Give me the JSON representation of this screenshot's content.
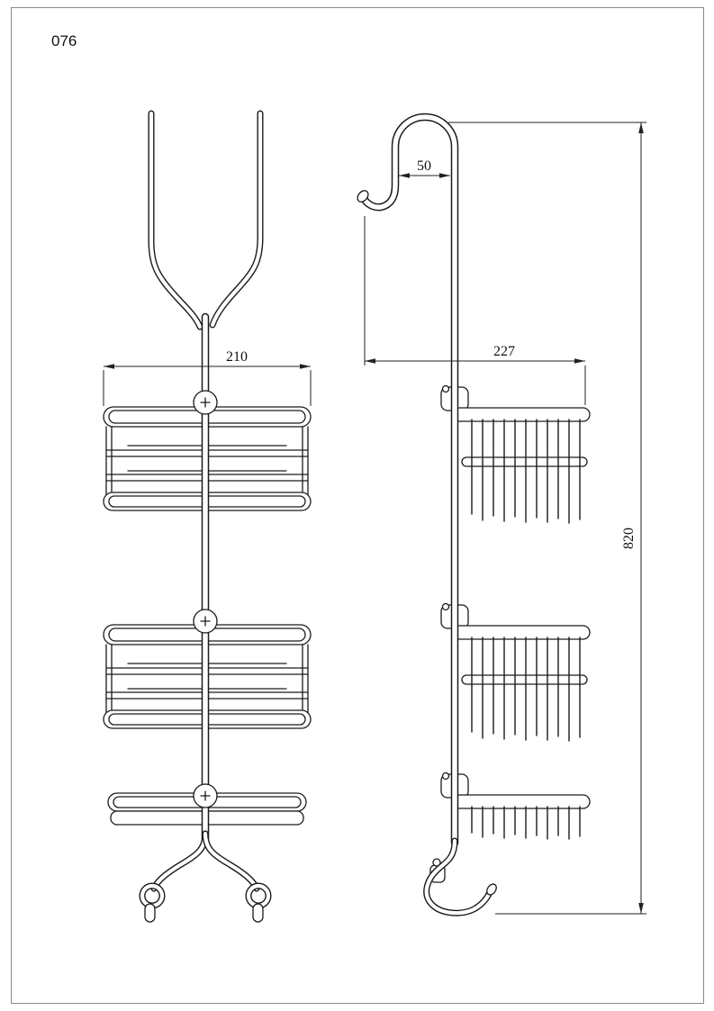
{
  "page": {
    "number": "076"
  },
  "dimensions": {
    "front_width": "210",
    "hook_offset": "50",
    "side_depth": "227",
    "overall_height": "820"
  }
}
